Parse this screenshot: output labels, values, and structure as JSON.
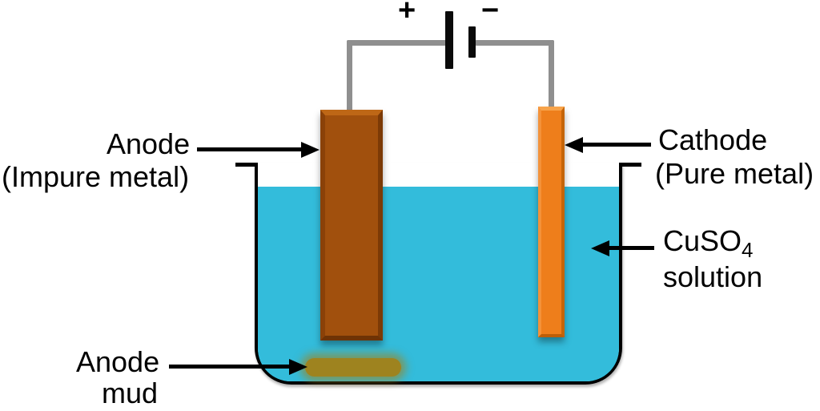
{
  "battery": {
    "plus": "+",
    "minus": "−"
  },
  "labels": {
    "anode": {
      "line1": "Anode",
      "line2": "(Impure metal)"
    },
    "cathode": {
      "line1": "Cathode",
      "line2": "(Pure metal)"
    },
    "solution": {
      "formula_main": "CuSO",
      "formula_sub": "4",
      "line2": "solution"
    },
    "mud": {
      "line1": "Anode",
      "line2": "mud"
    }
  },
  "colors": {
    "solution": "#33BCDB",
    "anode": "#A1500D",
    "cathode": "#EE7E1B",
    "anode_mud": "#9E831F",
    "wire": "#8F8F8F",
    "outline": "#000000",
    "text": "#000000"
  }
}
